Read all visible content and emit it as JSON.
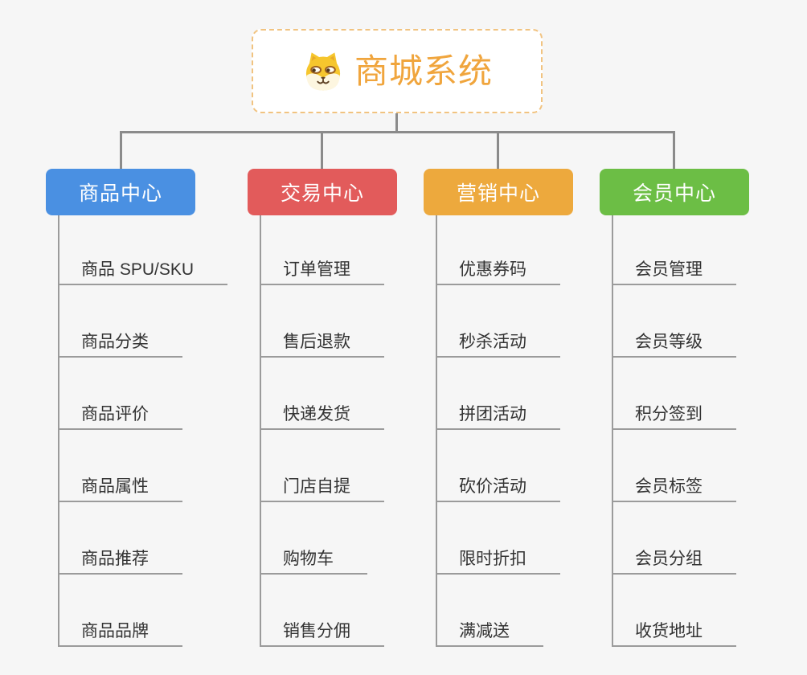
{
  "root": {
    "title": "商城系统",
    "icon": "shiba-dog-icon",
    "text_color": "#f0a53d",
    "border_color": "#f1c380",
    "background": "#ffffff"
  },
  "connectors": {
    "upper_color": "#8b8b8b",
    "trunk_color": "#9b9b9b"
  },
  "canvas_background": "#f6f6f6",
  "branches": [
    {
      "label": "商品中心",
      "color": "#4a90e2",
      "items": [
        "商品 SPU/SKU",
        "商品分类",
        "商品评价",
        "商品属性",
        "商品推荐",
        "商品品牌"
      ]
    },
    {
      "label": "交易中心",
      "color": "#e25b5b",
      "items": [
        "订单管理",
        "售后退款",
        "快递发货",
        "门店自提",
        "购物车",
        "销售分佣"
      ]
    },
    {
      "label": "营销中心",
      "color": "#eda93d",
      "items": [
        "优惠券码",
        "秒杀活动",
        "拼团活动",
        "砍价活动",
        "限时折扣",
        "满减送"
      ]
    },
    {
      "label": "会员中心",
      "color": "#6cbe45",
      "items": [
        "会员管理",
        "会员等级",
        "积分签到",
        "会员标签",
        "会员分组",
        "收货地址"
      ]
    }
  ]
}
